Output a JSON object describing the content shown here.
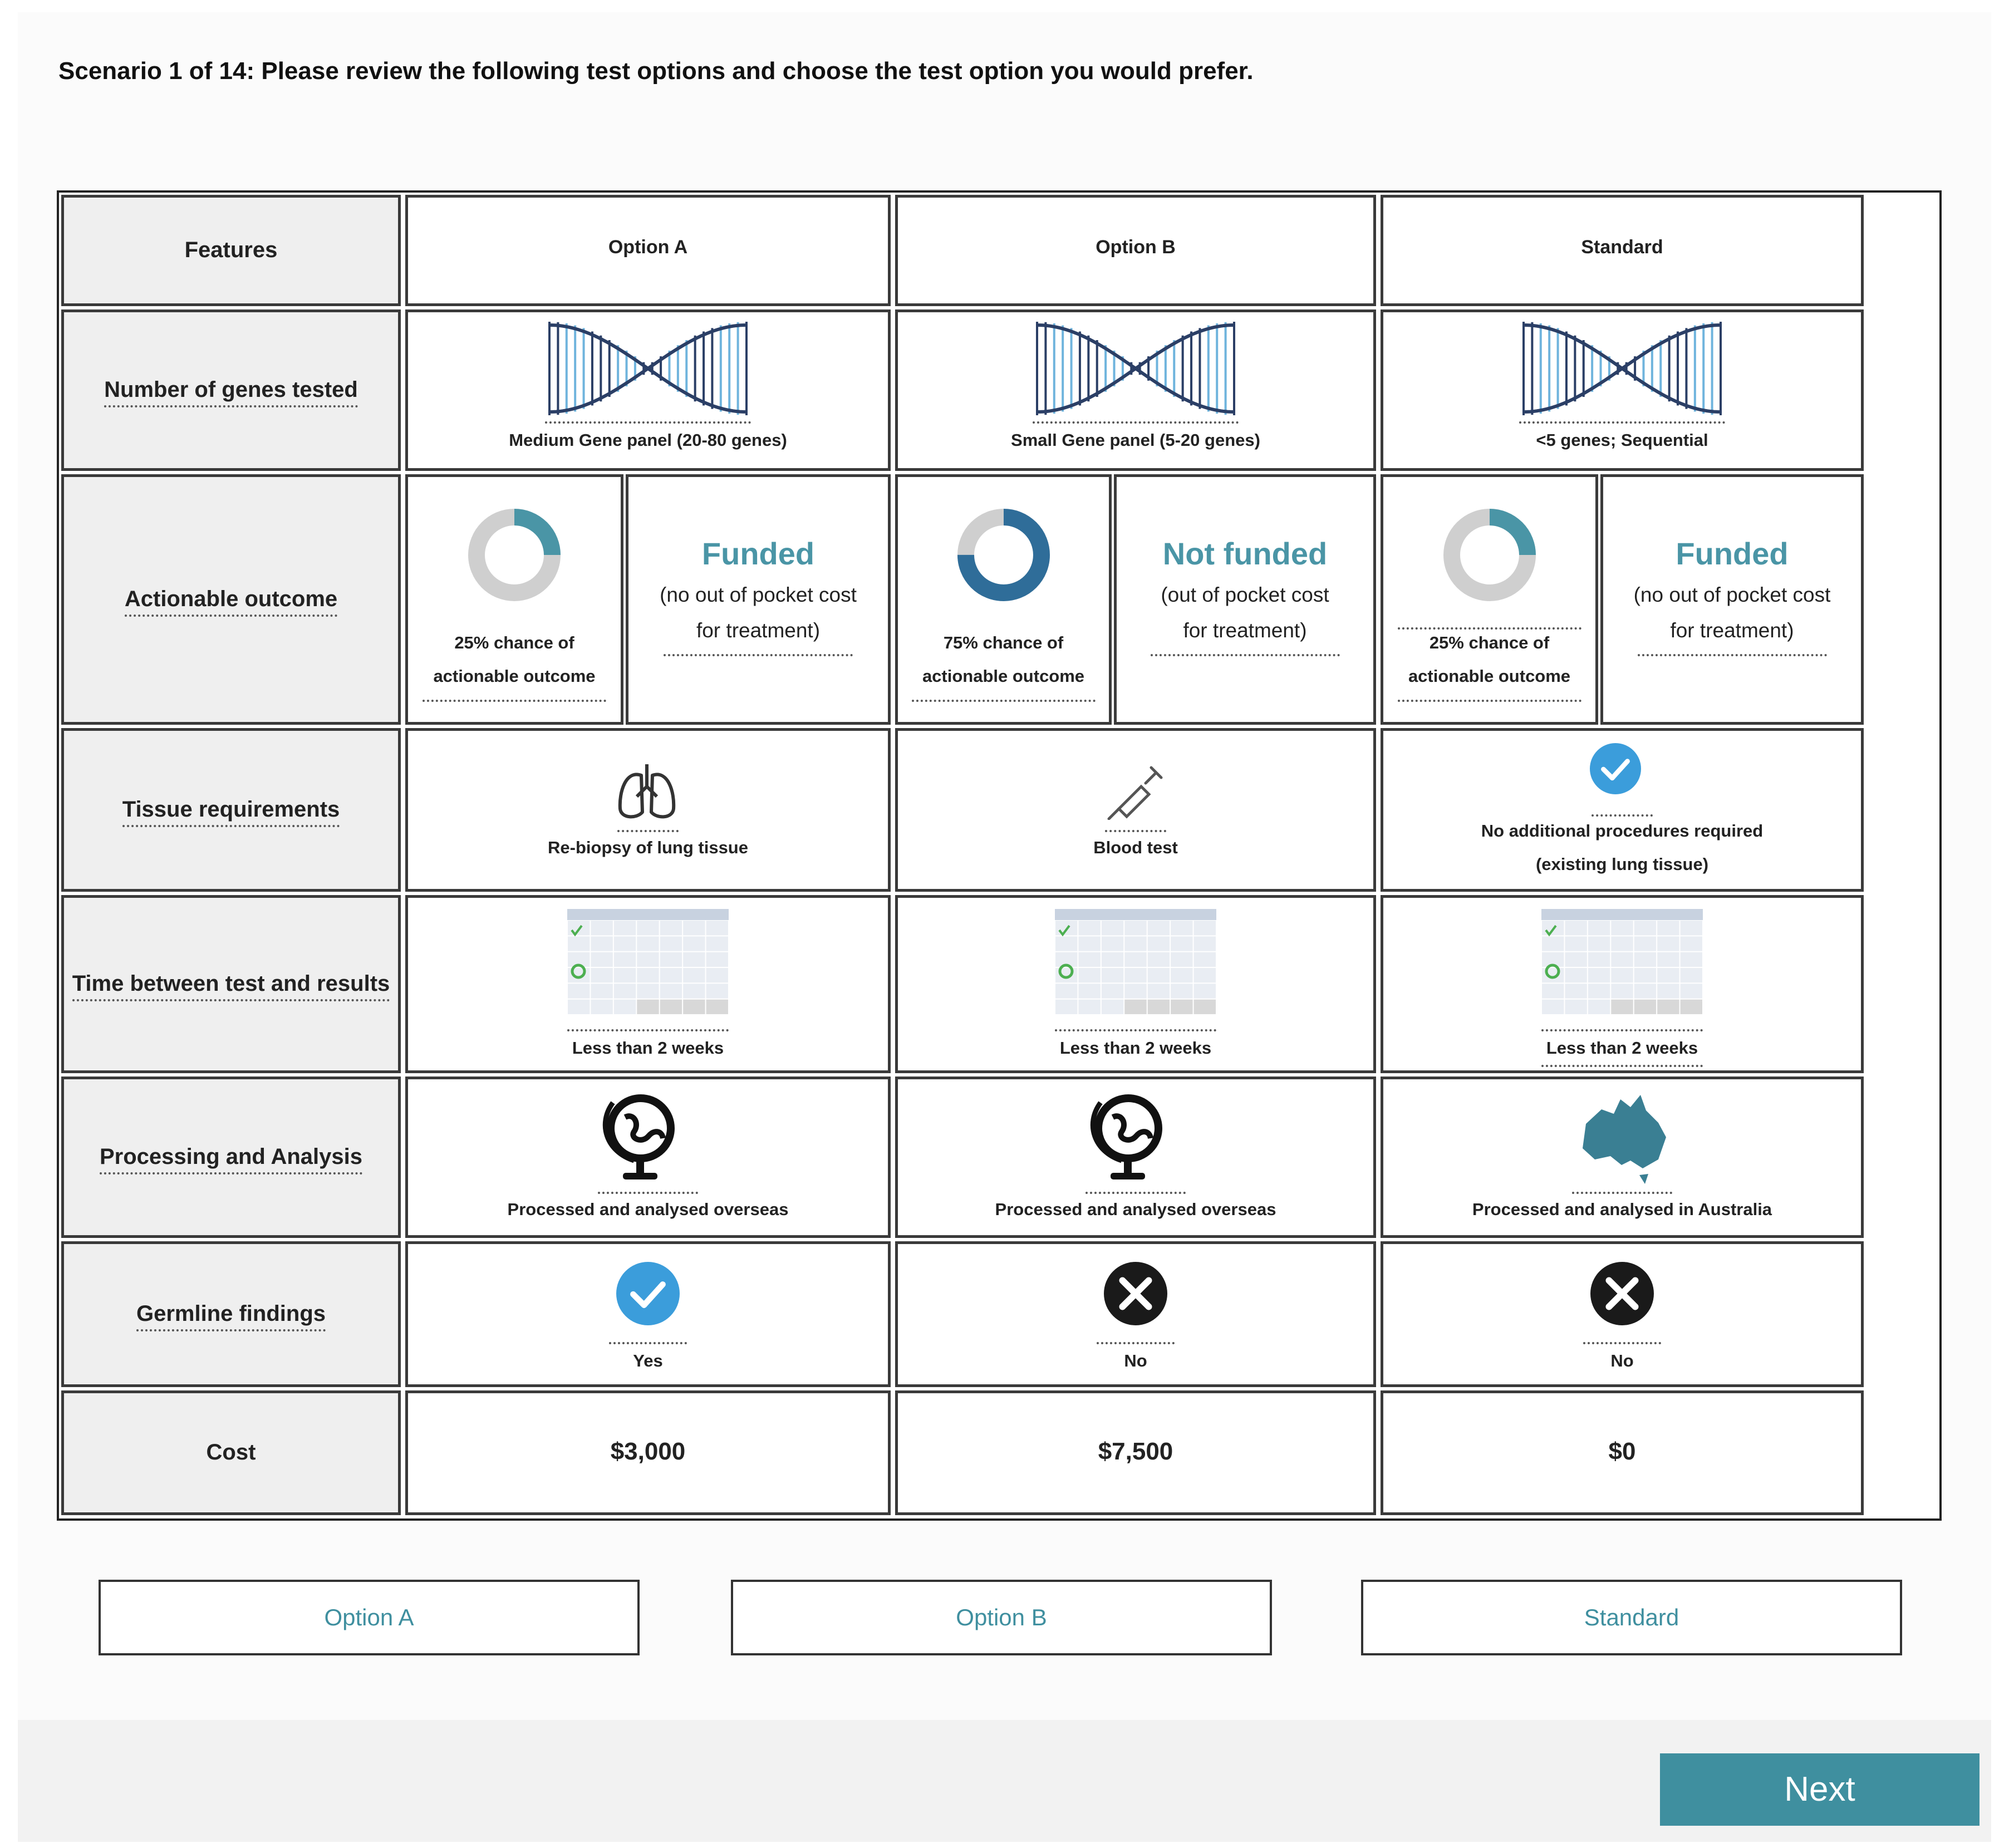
{
  "question": "Scenario 1 of 14: Please review the following test options and choose the test option you would prefer.",
  "features": {
    "header": "Features",
    "genes": "Number of genes tested",
    "outcome": "Actionable outcome",
    "tissue": "Tissue requirements",
    "time": "Time between test and results",
    "processing": "Processing and Analysis",
    "germline": "Germline findings",
    "cost": "Cost"
  },
  "options": [
    {
      "header": "Option A",
      "genes": "Medium Gene panel (20-80 genes)",
      "outcome_pct": 25,
      "outcome_line1": "25% chance of",
      "outcome_line2": "actionable outcome",
      "funding_title": "Funded",
      "funding_line1": "(no out of pocket cost",
      "funding_line2": "for treatment)",
      "tissue_icon": "lung-icon",
      "tissue_line1": "Re-biopsy of lung tissue",
      "tissue_line2": "",
      "time": "Less than 2 weeks",
      "processing_icon": "globe-icon",
      "processing": "Processed and analysed overseas",
      "germline_icon": "check-icon",
      "germline": "Yes",
      "cost": "$3,000"
    },
    {
      "header": "Option B",
      "genes": "Small Gene panel (5-20 genes)",
      "outcome_pct": 75,
      "outcome_line1": "75% chance of",
      "outcome_line2": "actionable outcome",
      "funding_title": "Not funded",
      "funding_line1": "(out of pocket cost",
      "funding_line2": "for treatment)",
      "tissue_icon": "syringe-icon",
      "tissue_line1": "Blood test",
      "tissue_line2": "",
      "time": "Less than 2 weeks",
      "processing_icon": "globe-icon",
      "processing": "Processed and analysed overseas",
      "germline_icon": "cross-icon",
      "germline": "No",
      "cost": "$7,500"
    },
    {
      "header": "Standard",
      "genes": "<5 genes; Sequential",
      "outcome_pct": 25,
      "outcome_line1": "25% chance of",
      "outcome_line2": "actionable outcome",
      "funding_title": "Funded",
      "funding_line1": "(no out of pocket cost",
      "funding_line2": "for treatment)",
      "tissue_icon": "check-icon",
      "tissue_line1": "No additional procedures required",
      "tissue_line2": "(existing lung tissue)",
      "time": "Less than 2 weeks",
      "processing_icon": "australia-map-icon",
      "processing": "Processed and analysed in Australia",
      "germline_icon": "cross-icon",
      "germline": "No",
      "cost": "$0"
    }
  ],
  "choices": [
    "Option A",
    "Option B",
    "Standard"
  ],
  "next_label": "Next",
  "colors": {
    "accent": "#3f8f9f",
    "funded": "#4a95a6",
    "donut_low": "#4a95a6",
    "donut_high": "#2f6d99",
    "donut_track": "#cfcfcf",
    "check": "#3b9ddb",
    "dna_dark": "#2b3f66",
    "dna_light": "#6fb4dd"
  }
}
